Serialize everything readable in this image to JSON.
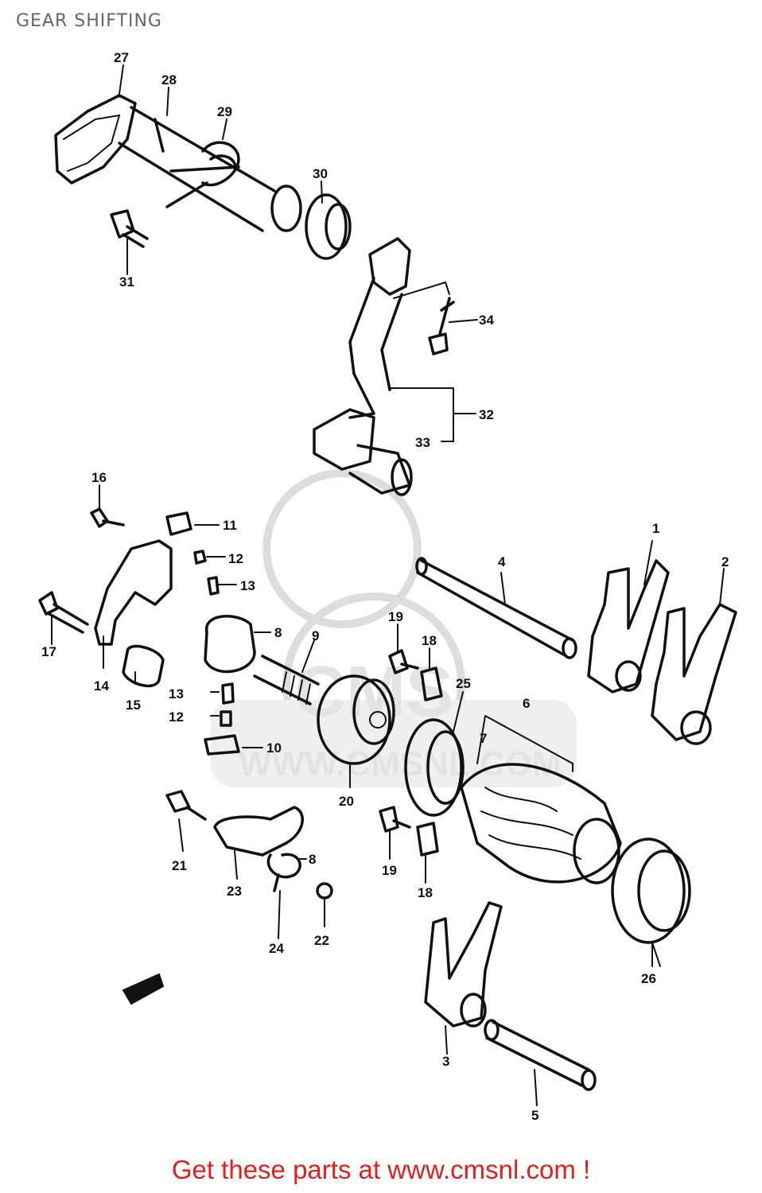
{
  "page": {
    "title": "GEAR SHIFTING",
    "footer_link": "Get these parts at www.cmsnl.com !"
  },
  "watermark": {
    "logo_text": "CMS",
    "url_text": "WWW.CMSNL.COM"
  },
  "colors": {
    "title": "#666666",
    "footer": "#e0201c",
    "line_art": "#111111",
    "watermark": "#dddddd"
  },
  "callouts": [
    "27",
    "28",
    "29",
    "30",
    "31",
    "34",
    "32",
    "33",
    "16",
    "11",
    "12",
    "13",
    "17",
    "14",
    "15",
    "8",
    "9",
    "13",
    "12",
    "10",
    "19",
    "18",
    "25",
    "6",
    "7",
    "4",
    "1",
    "2",
    "20",
    "21",
    "23",
    "8",
    "24",
    "22",
    "19",
    "18",
    "26",
    "3",
    "5"
  ]
}
